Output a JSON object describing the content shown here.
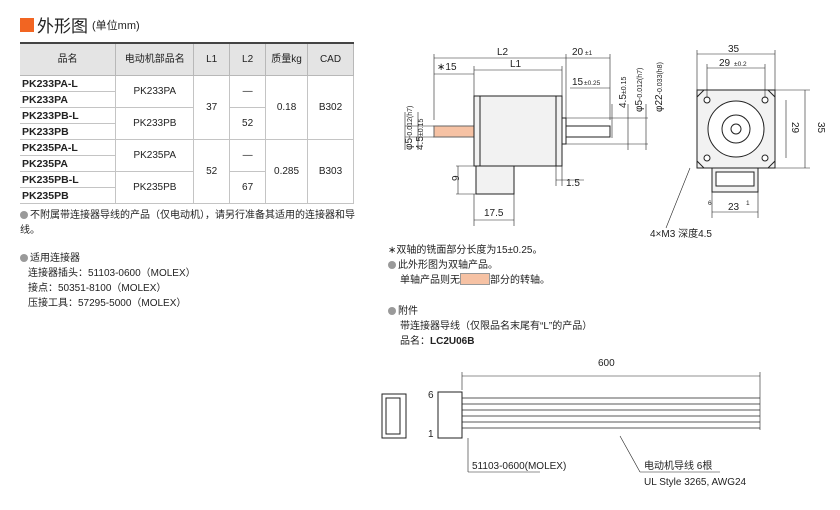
{
  "header": {
    "title": "外形图",
    "unit": "(单位mm)"
  },
  "table": {
    "headers": [
      "品名",
      "电动机部品名",
      "L1",
      "L2",
      "质量kg",
      "CAD"
    ],
    "models": [
      "PK233PA-L",
      "PK233PA",
      "PK233PB-L",
      "PK233PB",
      "PK235PA-L",
      "PK235PA",
      "PK235PB-L",
      "PK235PB"
    ],
    "motor_parts": [
      "PK233PA",
      "PK233PB",
      "PK235PA",
      "PK235PB"
    ],
    "l1": [
      "37",
      "52"
    ],
    "l2": [
      "—",
      "52",
      "—",
      "67"
    ],
    "mass": [
      "0.18",
      "0.285"
    ],
    "cad": [
      "B302",
      "B303"
    ]
  },
  "notes_left": {
    "no_connector": "不附属带连接器导线的产品（仅电动机），请另行准备其适用的连接器和导线。",
    "connector_title": "适用连接器",
    "housing": "连接器插头：51103-0600（MOLEX）",
    "contact": "接点：50351-8100（MOLEX）",
    "tool": "压接工具：57295-5000（MOLEX）"
  },
  "notes_right": {
    "flat": "∗双轴的铣面部分长度为15±0.25。",
    "dual": "此外形图为双轴产品。",
    "single_pre": "单轴产品则无",
    "single_post": "部分的转轴。",
    "acc_title": "附件",
    "acc_desc": "带连接器导线（仅限品名末尾有“L”的产品）",
    "acc_name_label": "品名：",
    "acc_name": "LC2U06B"
  },
  "drawing": {
    "L2": "L2",
    "L1": "L1",
    "d20": "20",
    "tol_pm1": "±1",
    "d15": "15",
    "d15tol": "±0.25",
    "star15": "∗15",
    "dim45": "4.5",
    "tol45": "±0.15",
    "shaft_d": "φ5",
    "shaft_tol": "-0.012(h7)",
    "shaft_tol0": "0",
    "pilot_d": "φ22",
    "pilot_tol": "-0.033(h8)",
    "d9": "9",
    "d15_5": "1.5",
    "d175": "17.5",
    "d35": "35",
    "d29": "29",
    "tol02": "±0.2",
    "d23": "23",
    "hole": "4×M3 深度4.5",
    "pin6": "6",
    "pin1": "1"
  },
  "cable": {
    "length": "600",
    "pin6": "6",
    "pin1": "1",
    "housing": "51103-0600(MOLEX)",
    "wire": "电动机导线 6根",
    "spec": "UL Style 3265, AWG24"
  }
}
